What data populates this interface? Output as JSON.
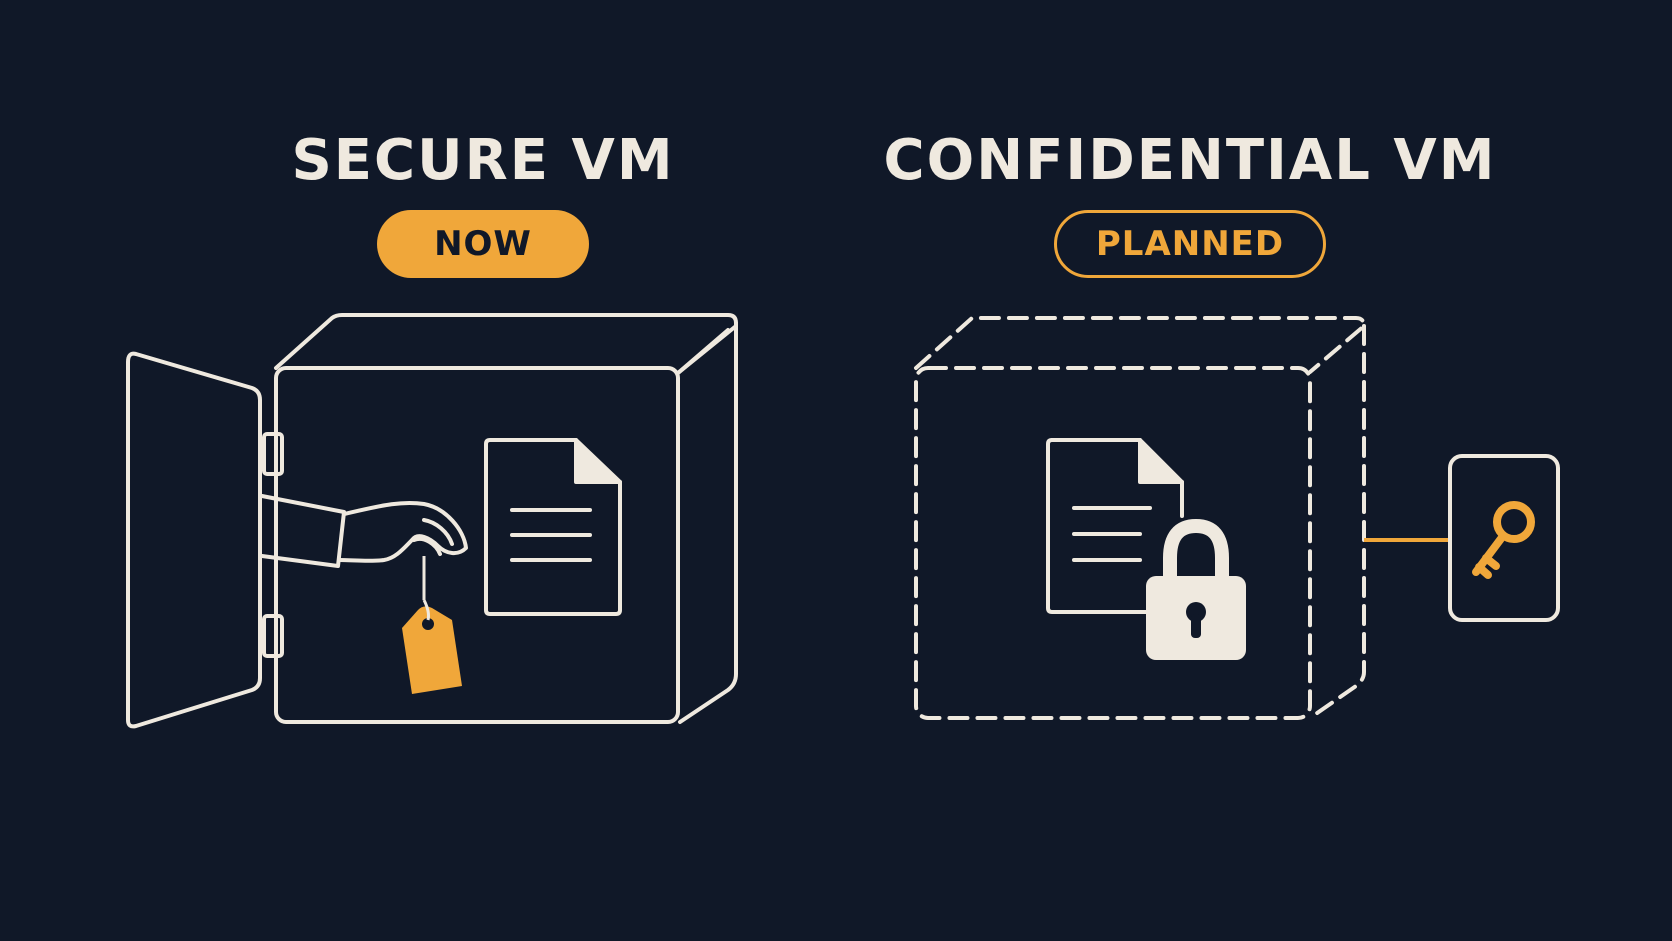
{
  "panels": {
    "left": {
      "title": "SECURE VM",
      "badge": "NOW"
    },
    "right": {
      "title": "CONFIDENTIAL VM",
      "badge": "PLANNED"
    }
  },
  "colors": {
    "background": "#101828",
    "line": "#efe9df",
    "accent": "#f0a73a"
  },
  "icons": {
    "left": [
      "open-safe-icon",
      "hand-icon",
      "tag-icon",
      "document-icon"
    ],
    "right": [
      "dashed-box-icon",
      "document-icon",
      "padlock-icon",
      "key-card-icon"
    ]
  }
}
